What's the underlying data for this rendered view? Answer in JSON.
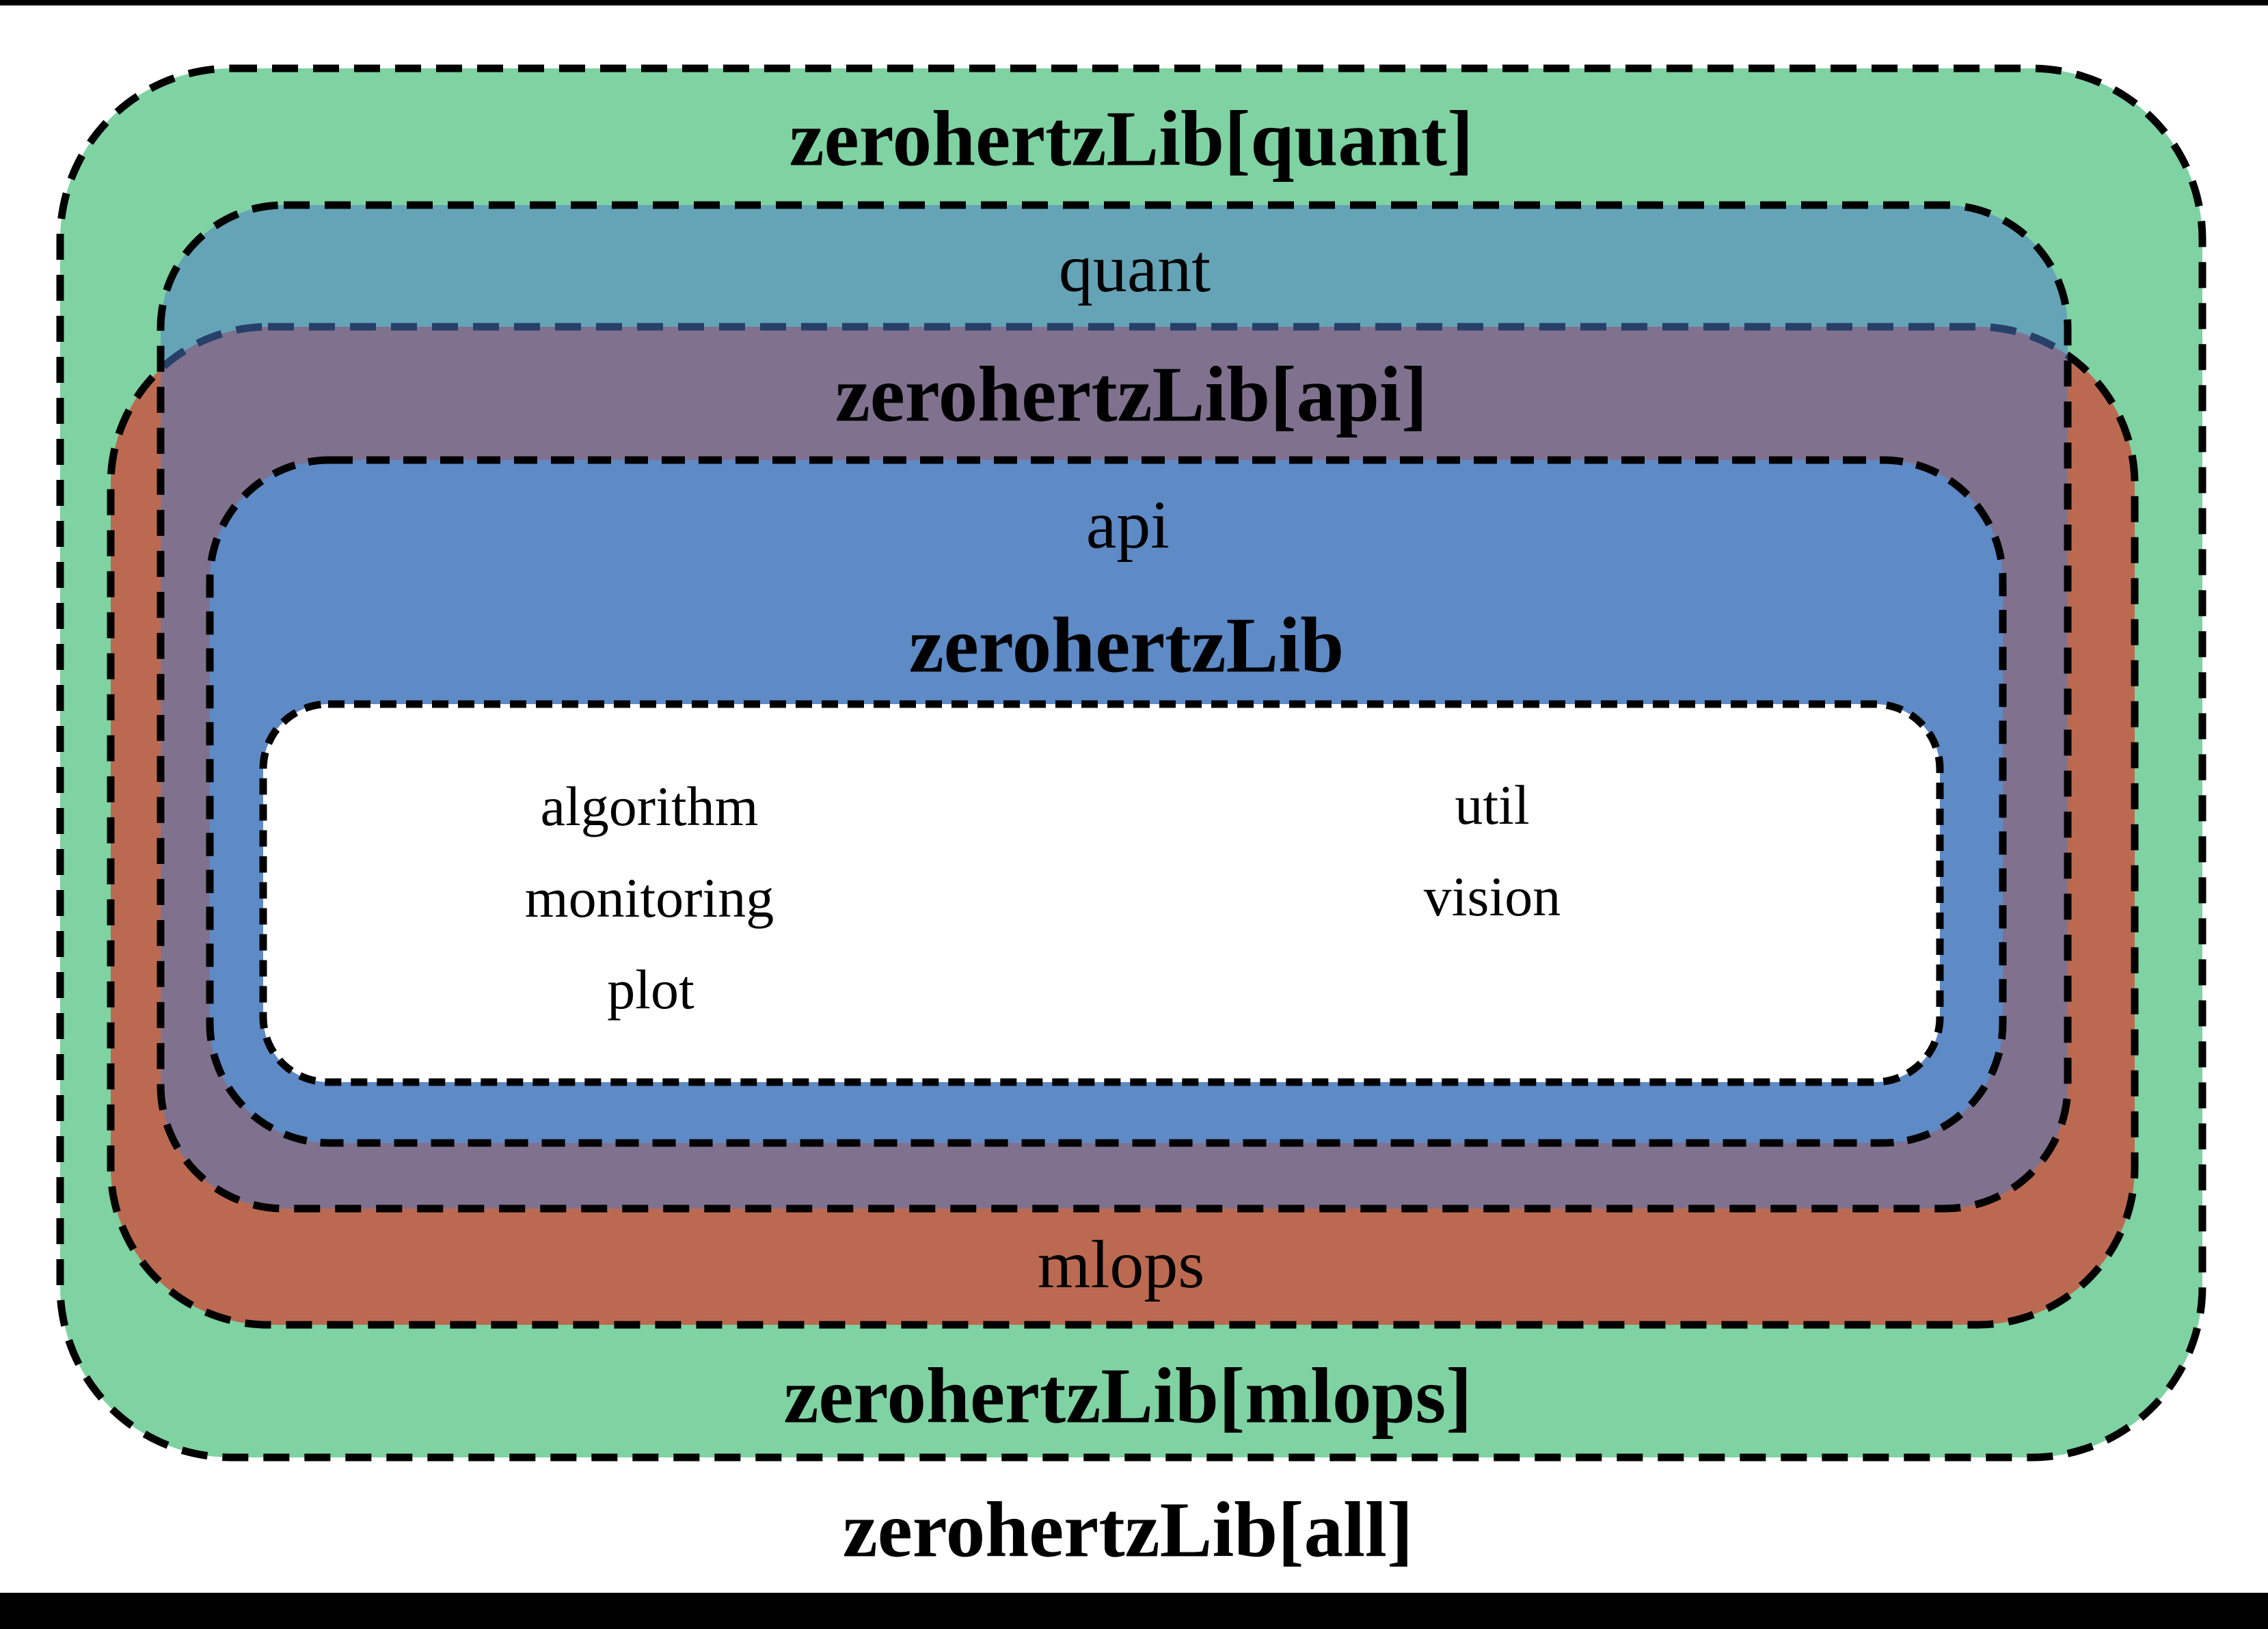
{
  "figure": {
    "title_meaning": "zerohertzLib package extras diagram",
    "labels": {
      "quant_extra": "zerohertzLib[quant]",
      "quant_module": "quant",
      "api_extra": "zerohertzLib[api]",
      "api_module": "api",
      "core": "zerohertzLib",
      "mlops_module": "mlops",
      "mlops_extra": "zerohertzLib[mlops]",
      "all_extra": "zerohertzLib[all]",
      "core_modules_left": [
        "algorithm",
        "monitoring",
        "plot"
      ],
      "core_modules_right": [
        "util",
        "vision"
      ]
    },
    "colors": {
      "background_bar": "#000000",
      "canvas": "#ffffff",
      "green_region": "#7fd2a2",
      "orange_region": "#bb6a51",
      "quant_overlay_blue": "#4b7aca",
      "teal_result": "#63a7b4",
      "purple_result": "#857292",
      "blue_region": "#5e8ac6",
      "inner_region": "#ffffff",
      "dash_black": "#000000",
      "dash_navy_tinted": "#273f69"
    }
  }
}
